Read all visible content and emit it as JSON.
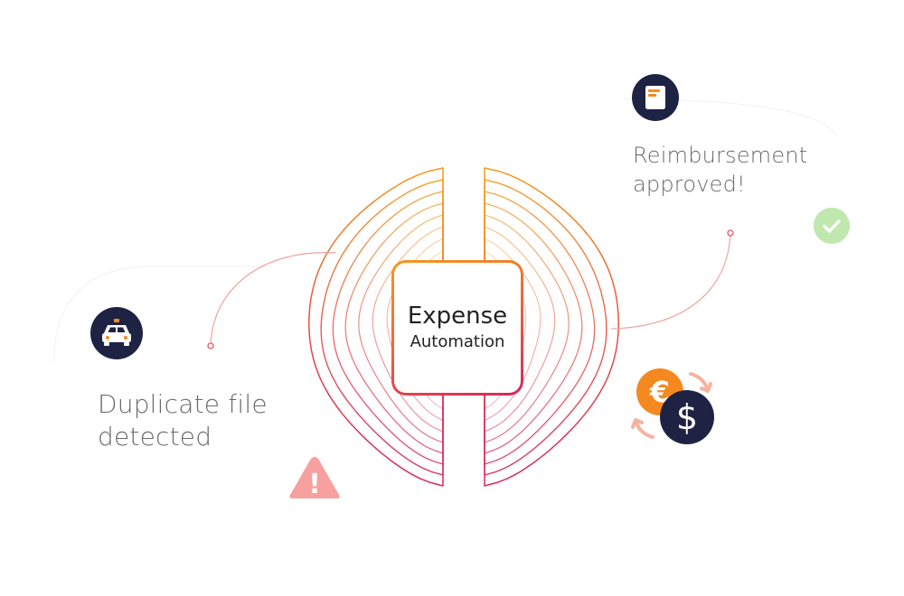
{
  "center": {
    "title": "Expense",
    "subtitle": "Automation"
  },
  "left_card": {
    "line1": "Duplicate file",
    "line2": "detected"
  },
  "right_card": {
    "line1": "Reimbursement",
    "line2": "approved!"
  },
  "icons": {
    "taxi": "taxi-icon",
    "receipt": "receipt-icon",
    "warning": "warning-icon",
    "check": "check-icon",
    "euro": "euro-icon",
    "dollar": "dollar-icon",
    "euro_glyph": "€",
    "dollar_glyph": "$",
    "warning_glyph": "!"
  },
  "colors": {
    "navy": "#1e2344",
    "orange": "#f5891f",
    "warning": "#f7a0a0",
    "check": "#bfe7ae",
    "text": "#6a6a6a"
  }
}
